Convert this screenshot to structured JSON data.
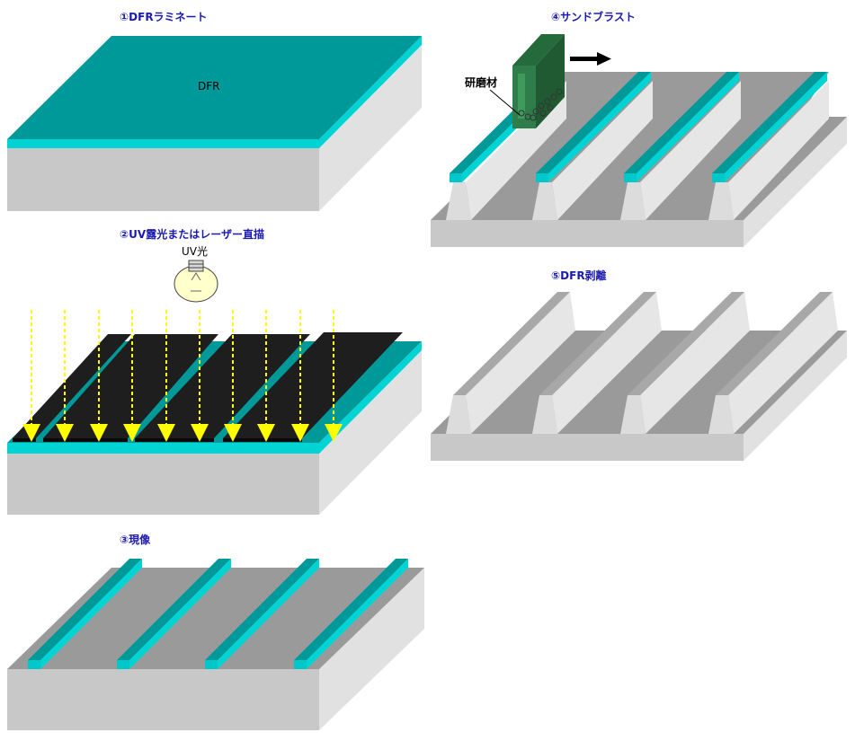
{
  "steps": [
    {
      "title": "①DFRラミネート",
      "label": "DFR"
    },
    {
      "title": "②UV露光またはレーザー直描",
      "label": "UV光"
    },
    {
      "title": "③現像"
    },
    {
      "title": "④サンドブラスト",
      "label": "研磨材"
    },
    {
      "title": "⑤DFR剥離"
    }
  ],
  "colors": {
    "dfr_top": "#009999",
    "dfr_edge": "#00d3d3",
    "substrate_front": "#c8c8c8",
    "substrate_side": "#e1e1e1",
    "substrate_top": "#9a9a9a",
    "mask": "#1e1e1e",
    "uv_arrow": "#ffff00",
    "nozzle": "#2f7d4a",
    "title_text": "#1a1ab0"
  }
}
